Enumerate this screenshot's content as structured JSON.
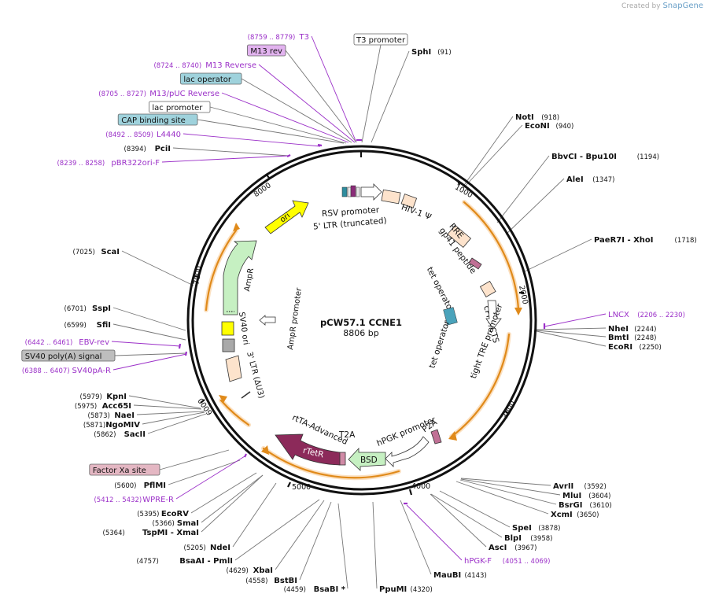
{
  "credit": {
    "prefix": "Created by",
    "brand": "SnapGene"
  },
  "plasmid": {
    "name": "pCW57.1 CCNE1",
    "length": "8806 bp",
    "total": 8806
  },
  "colors": {
    "primer": "#9b30c8",
    "orange": "#e08a1a",
    "feature_fill": "#fde3cc",
    "primer_box": "#e2b3ef",
    "misc_box": "#9fd2dc",
    "grey_box": "#bebebe",
    "pink_box": "#e4b7c3"
  },
  "ticks": [
    "1000",
    "2000",
    "3000",
    "4000",
    "5000",
    "6000",
    "7000",
    "8000"
  ],
  "left_labels": [
    {
      "pos": "(8759 .. 8779)",
      "name": "T3",
      "kind": "primer"
    },
    {
      "name": "M13 rev",
      "kind": "box-primer"
    },
    {
      "pos": "(8724 .. 8740)",
      "name": "M13 Reverse",
      "kind": "primer"
    },
    {
      "name": "lac operator",
      "kind": "box-misc"
    },
    {
      "pos": "(8705 .. 8727)",
      "name": "M13/pUC Reverse",
      "kind": "primer"
    },
    {
      "name": "lac promoter",
      "kind": "box-white"
    },
    {
      "name": "CAP binding site",
      "kind": "box-misc"
    },
    {
      "pos": "(8492 .. 8509)",
      "name": "L4440",
      "kind": "primer"
    },
    {
      "pos": "(8394)",
      "name": "PciI",
      "kind": "site"
    },
    {
      "pos": "(8239 .. 8258)",
      "name": "pBR322ori-F",
      "kind": "primer"
    },
    {
      "pos": "(7025)",
      "name": "ScaI",
      "kind": "site"
    },
    {
      "pos": "(6701)",
      "name": "SspI",
      "kind": "site"
    },
    {
      "pos": "(6599)",
      "name": "SfiI",
      "kind": "site"
    },
    {
      "pos": "(6442 .. 6461)",
      "name": "EBV-rev",
      "kind": "primer"
    },
    {
      "name": "SV40 poly(A) signal",
      "kind": "box-grey"
    },
    {
      "pos": "(6388 .. 6407)",
      "name": "SV40pA-R",
      "kind": "primer"
    },
    {
      "pos": "(5979)",
      "name": "KpnI",
      "kind": "site"
    },
    {
      "pos": "(5975)",
      "name": "Acc65I",
      "kind": "site"
    },
    {
      "pos": "(5873)",
      "name": "NaeI",
      "kind": "site"
    },
    {
      "pos": "(5871)",
      "name": "NgoMIV",
      "kind": "site"
    },
    {
      "pos": "(5862)",
      "name": "SacII",
      "kind": "site"
    },
    {
      "name": "Factor Xa site",
      "kind": "box-pink"
    },
    {
      "pos": "(5600)",
      "name": "PflMI",
      "kind": "site"
    },
    {
      "pos": "(5412 .. 5432)",
      "name": "WPRE-R",
      "kind": "primer"
    },
    {
      "pos": "(5395)",
      "name": "EcoRV",
      "kind": "site"
    },
    {
      "pos": "(5366)",
      "name": "SmaI",
      "kind": "site"
    },
    {
      "pos": "(5364)",
      "name": "TspMI  -  XmaI",
      "kind": "site"
    },
    {
      "pos": "(5205)",
      "name": "NdeI",
      "kind": "site"
    },
    {
      "pos": "(4757)",
      "name": "BsaAI  -  PmlI",
      "kind": "site"
    },
    {
      "pos": "(4629)",
      "name": "XbaI",
      "kind": "site"
    },
    {
      "pos": "(4558)",
      "name": "BstBI",
      "kind": "site"
    },
    {
      "pos": "(4459)",
      "name": "BsaBI *",
      "kind": "site"
    }
  ],
  "right_labels": [
    {
      "name": "T3 promoter",
      "kind": "box-white"
    },
    {
      "name": "SphI",
      "pos": "(91)",
      "kind": "site"
    },
    {
      "name": "NotI",
      "pos": "(918)",
      "kind": "site"
    },
    {
      "name": "EcoNI",
      "pos": "(940)",
      "kind": "site"
    },
    {
      "name": "BbvCI  -  Bpu10I",
      "pos": "(1194)",
      "kind": "site"
    },
    {
      "name": "AleI",
      "pos": "(1347)",
      "kind": "site"
    },
    {
      "name": "PaeR7I  -  XhoI",
      "pos": "(1718)",
      "kind": "site"
    },
    {
      "name": "LNCX",
      "pos": "(2206 .. 2230)",
      "kind": "primer"
    },
    {
      "name": "NheI",
      "pos": "(2244)",
      "kind": "site"
    },
    {
      "name": "BmtI",
      "pos": "(2248)",
      "kind": "site"
    },
    {
      "name": "EcoRI",
      "pos": "(2250)",
      "kind": "site"
    },
    {
      "name": "AvrII",
      "pos": "(3592)",
      "kind": "site"
    },
    {
      "name": "MluI",
      "pos": "(3604)",
      "kind": "site"
    },
    {
      "name": "BsrGI",
      "pos": "(3610)",
      "kind": "site"
    },
    {
      "name": "XcmI",
      "pos": "(3650)",
      "kind": "site"
    },
    {
      "name": "SpeI",
      "pos": "(3878)",
      "kind": "site"
    },
    {
      "name": "BlpI",
      "pos": "(3958)",
      "kind": "site"
    },
    {
      "name": "AscI",
      "pos": "(3967)",
      "kind": "site"
    },
    {
      "name": "hPGK-F",
      "pos": "(4051 .. 4069)",
      "kind": "primer"
    },
    {
      "name": "MauBI",
      "pos": "(4143)",
      "kind": "site"
    },
    {
      "name": "PpuMI",
      "pos": "(4320)",
      "kind": "site"
    }
  ],
  "features": {
    "rsv": "RSV promoter",
    "ltr5": "5' LTR (truncated)",
    "hiv": "HIV-1 Ψ",
    "rre": "RRE",
    "gp41": "gp41 peptide",
    "tetop1": "tet operator",
    "cppt": "cPPT/CTS",
    "tre": "tight TRE promoter",
    "tetop2": "tet operator",
    "hpgk": "hPGK promoter",
    "p2a": "P2A",
    "bsd": "BSD",
    "t2a": "T2A",
    "rtta": "rtTA-Advanced",
    "rtetr": "rTetR",
    "ltr3": "3' LTR (ΔU3)",
    "sv40ori": "SV40 ori",
    "ampr": "AmpR",
    "amprp": "AmpR promoter",
    "ori": "ori"
  }
}
